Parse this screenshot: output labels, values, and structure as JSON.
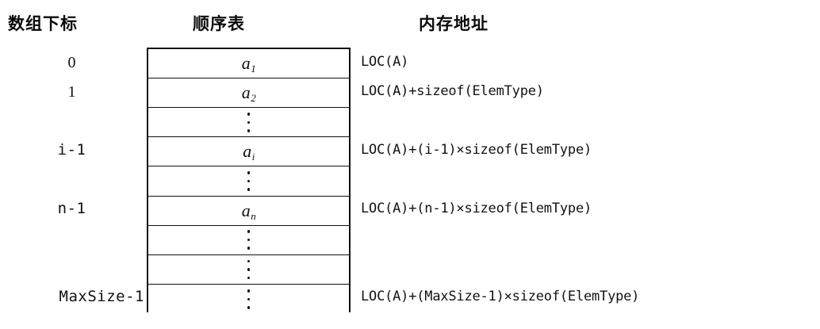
{
  "headers": {
    "index": "数组下标",
    "list": "顺序表",
    "address": "内存地址"
  },
  "rows": [
    {
      "index": "0",
      "index_style": "serif",
      "element": "a",
      "subscript": "1",
      "address": "LOC(A)"
    },
    {
      "index": "1",
      "index_style": "serif",
      "element": "a",
      "subscript": "2",
      "address": "LOC(A)+sizeof(ElemType)"
    },
    {
      "index": "",
      "index_style": "none",
      "element": "",
      "subscript": "",
      "address": ""
    },
    {
      "index": "i-1",
      "index_style": "mono",
      "element": "a",
      "subscript": "i",
      "address": "LOC(A)+(i-1)×sizeof(ElemType)"
    },
    {
      "index": "",
      "index_style": "none",
      "element": "",
      "subscript": "",
      "address": ""
    },
    {
      "index": "n-1",
      "index_style": "mono",
      "element": "a",
      "subscript": "n",
      "address": "LOC(A)+(n-1)×sizeof(ElemType)"
    },
    {
      "index": "",
      "index_style": "none",
      "element": "",
      "subscript": "",
      "address": ""
    },
    {
      "index": "",
      "index_style": "none",
      "element": "",
      "subscript": "",
      "address": ""
    },
    {
      "index": "MaxSize-1",
      "index_style": "mono",
      "element": "",
      "subscript": "",
      "address": "LOC(A)+(MaxSize-1)×sizeof(ElemType)"
    }
  ],
  "colors": {
    "ink": "#111111",
    "background": "#ffffff"
  }
}
